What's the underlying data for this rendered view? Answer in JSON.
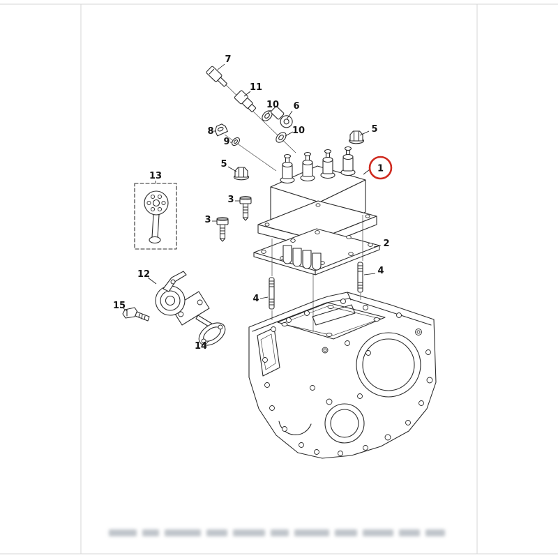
{
  "figure": {
    "type": "exploded-parts-diagram",
    "highlight": {
      "part_label": "1",
      "color": "#cf2a1f"
    },
    "callouts": {
      "c1": "1",
      "c2": "2",
      "c3a": "3",
      "c3b": "3",
      "c4a": "4",
      "c4b": "4",
      "c5a": "5",
      "c5b": "5",
      "c6": "6",
      "c7": "7",
      "c8": "8",
      "c9": "9",
      "c10a": "10",
      "c10b": "10",
      "c11": "11",
      "c12": "12",
      "c13": "13",
      "c14": "14",
      "c15": "15"
    }
  }
}
